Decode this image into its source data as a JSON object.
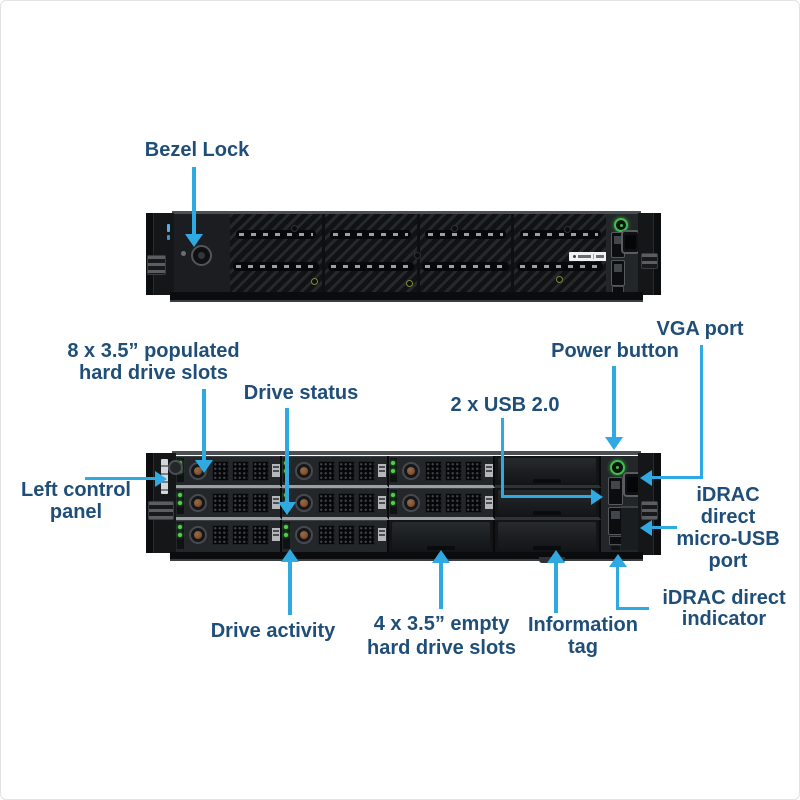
{
  "colors": {
    "label_text": "#1F4E79",
    "arrow": "#2FA9E1",
    "chassis": "#17191B",
    "drive_led_green": "#4ED24E",
    "power_button_green": "#3FBF4E"
  },
  "callouts": {
    "bezel_lock": {
      "text": "Bezel Lock"
    },
    "populated_slots": {
      "line1": "8 x 3.5” populated",
      "line2": "hard drive slots"
    },
    "drive_status": {
      "text": "Drive status"
    },
    "usb": {
      "text": "2 x USB 2.0"
    },
    "power_button": {
      "text": "Power button"
    },
    "vga_port": {
      "text": "VGA port"
    },
    "left_control_panel": {
      "line1": "Left control",
      "line2": "panel"
    },
    "idrac_micro_usb": {
      "line1": "iDRAC",
      "line2": "direct",
      "line3": "micro-USB",
      "line4": "port"
    },
    "drive_activity": {
      "text": "Drive activity"
    },
    "empty_slots": {
      "line1": "4 x 3.5” empty",
      "line2": "hard drive slots"
    },
    "information_tag": {
      "line1": "Information",
      "line2": "tag"
    },
    "idrac_indicator": {
      "line1": "iDRAC direct",
      "line2": "indicator"
    }
  },
  "drives": {
    "rows": [
      [
        "populated",
        "populated",
        "populated",
        "empty"
      ],
      [
        "populated",
        "populated",
        "populated",
        "empty"
      ],
      [
        "populated",
        "populated",
        "empty",
        "empty"
      ]
    ]
  }
}
